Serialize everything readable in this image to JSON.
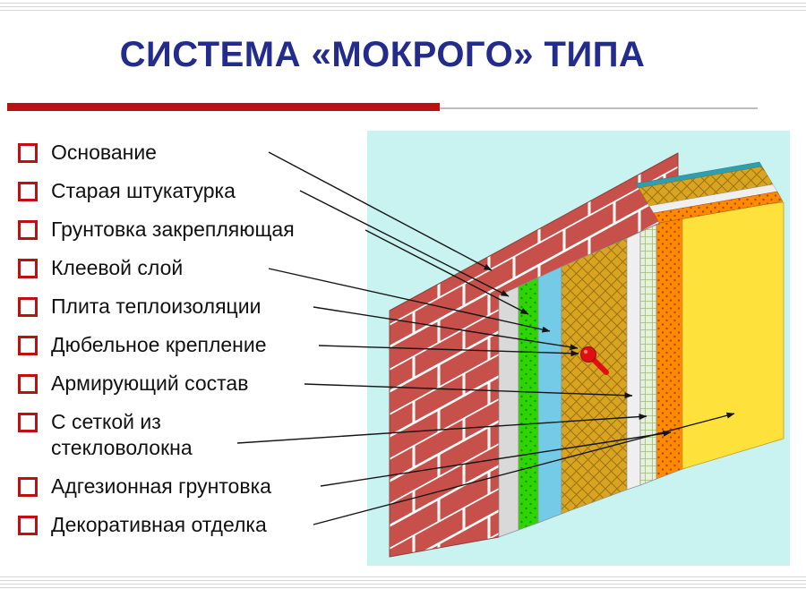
{
  "slide": {
    "title": "СИСТЕМА «МОКРОГО» ТИПА"
  },
  "theme": {
    "title_color": "#232c8c",
    "accent_red": "#bb1111",
    "panel_bg": "#c8f3f0",
    "page_bg": "#ffffff",
    "arrow_color": "#151515"
  },
  "legend": {
    "items": [
      {
        "label": "Основание"
      },
      {
        "label": "Старая штукатурка"
      },
      {
        "label": "Грунтовка закрепляющая"
      },
      {
        "label": "Клеевой слой"
      },
      {
        "label": "Плита теплоизоляции"
      },
      {
        "label": "Дюбельное крепление"
      },
      {
        "label": "Армирующий состав"
      },
      {
        "label": "С сеткой из\nстекловолокна"
      },
      {
        "label": "Адгезионная грунтовка"
      },
      {
        "label": "Декоративная отделка"
      }
    ]
  },
  "diagram": {
    "layers": [
      {
        "name": "Основание",
        "color": "#c8504a"
      },
      {
        "name": "Старая штукатурка",
        "color": "#d9d9d9"
      },
      {
        "name": "Грунтовка закрепляющая",
        "color": "#2fd500"
      },
      {
        "name": "Клеевой слой",
        "color": "#74cbe8"
      },
      {
        "name": "Плита теплоизоляции",
        "color": "#d9a520"
      },
      {
        "name": "Дюбельное крепление",
        "color": "#e01010"
      },
      {
        "name": "Армирующий состав",
        "color": "#efefef"
      },
      {
        "name": "Сетка из стекловолокна",
        "color": "#e6f0da"
      },
      {
        "name": "Адгезионная грунтовка",
        "color": "#ff8a00"
      },
      {
        "name": "Декоративная отделка",
        "color": "#ffe13c"
      }
    ]
  }
}
